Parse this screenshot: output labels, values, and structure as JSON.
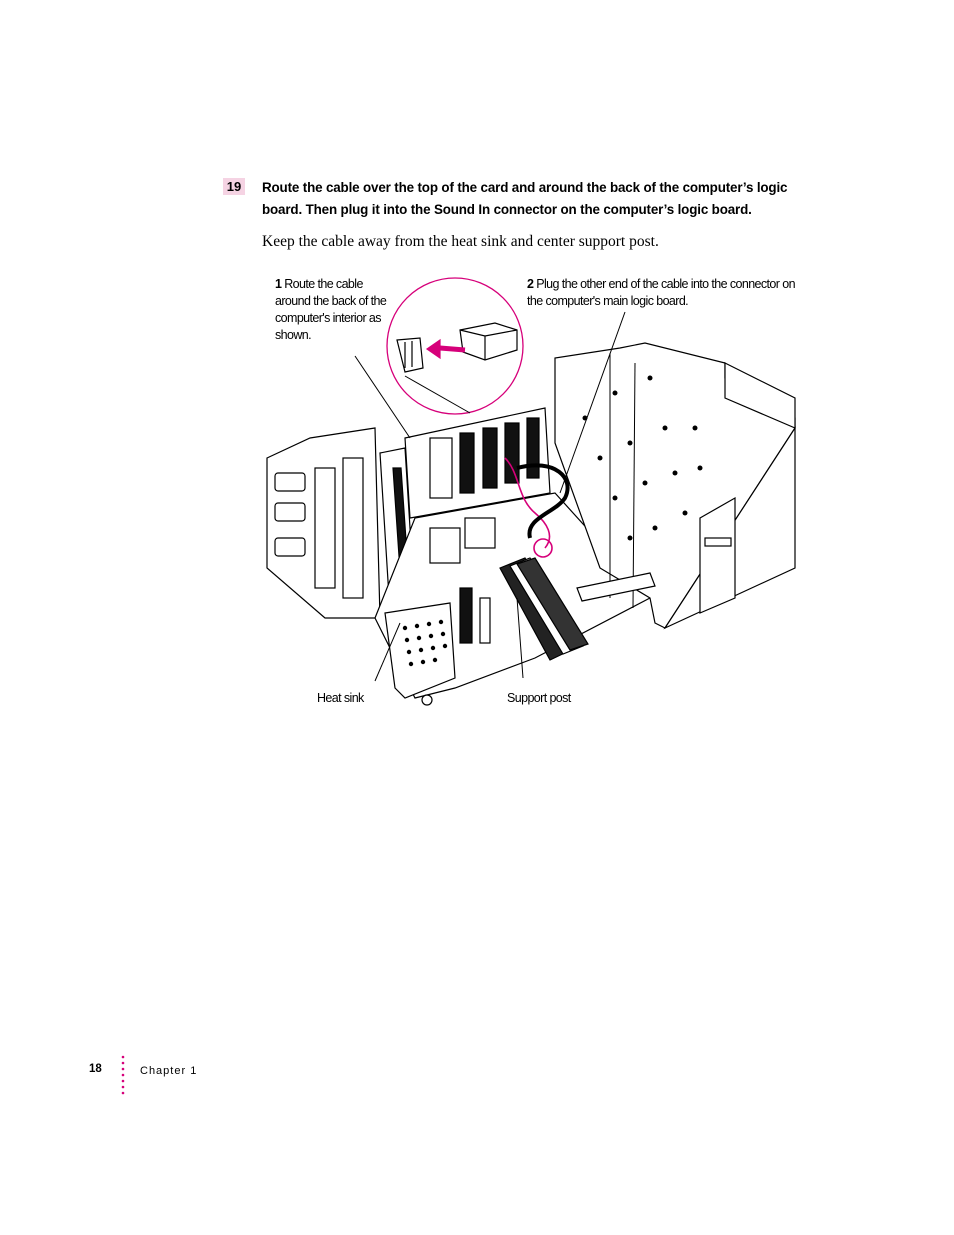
{
  "step": {
    "number": "19",
    "instruction": "Route the cable over the top of the card and around the back of the computer’s logic board. Then plug it into the Sound In connector on the computer’s logic board."
  },
  "body": {
    "note": "Keep the cable away from the heat sink and center support post."
  },
  "figure": {
    "callout1_num": "1",
    "callout1_text": "Route the cable around the back of the computer's interior as shown.",
    "callout2_num": "2",
    "callout2_text": "Plug the other end of the cable into the connector on the computer's main logic board.",
    "label_heat_sink": "Heat sink",
    "label_support_post": "Support post",
    "accent_color": "#d6007a"
  },
  "footer": {
    "page_number": "18",
    "chapter": "Chapter 1",
    "dot_color": "#d6007a"
  }
}
